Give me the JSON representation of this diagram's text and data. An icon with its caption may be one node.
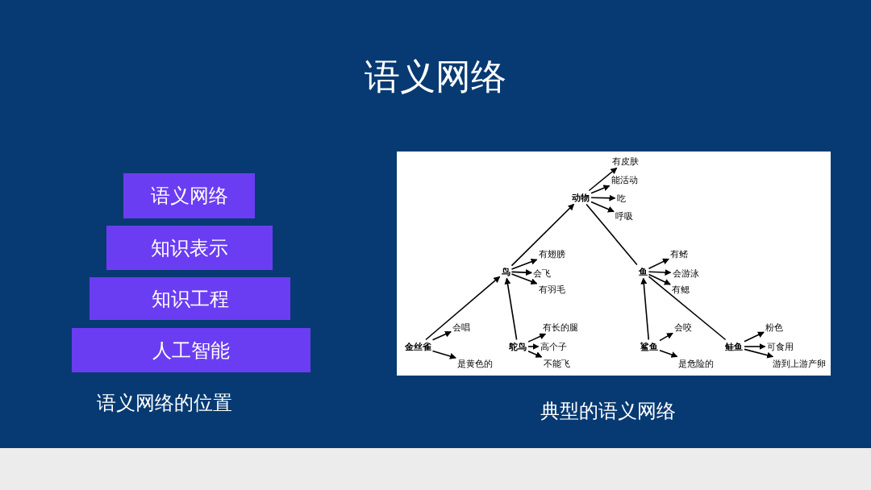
{
  "diagram": {
    "title": "语义网络",
    "nodes": [
      {
        "text": [
          "语义网络"
        ]
      },
      {
        "text": [
          "知识表示"
        ]
      },
      {
        "text": [
          "知识工程"
        ]
      },
      {
        "text": [
          "人工智能"
        ]
      },
      {
        "text": [
          "动物"
        ]
      },
      {
        "text": [
          "有皮肤"
        ]
      },
      {
        "text": [
          "能活动"
        ]
      },
      {
        "text": [
          "吃"
        ]
      },
      {
        "text": [
          "呼吸"
        ]
      },
      {
        "text": [
          "鸟"
        ]
      },
      {
        "text": [
          "有翅膀"
        ]
      },
      {
        "text": [
          "会飞"
        ]
      },
      {
        "text": [
          "有羽毛"
        ]
      },
      {
        "text": [
          "鱼"
        ]
      },
      {
        "text": [
          "有鳍"
        ]
      },
      {
        "text": [
          "会游泳"
        ]
      },
      {
        "text": [
          "有鳃"
        ]
      },
      {
        "text": [
          "金丝雀"
        ]
      },
      {
        "text": [
          "会唱"
        ]
      },
      {
        "text": [
          "是黄色的"
        ]
      },
      {
        "text": [
          "鸵鸟"
        ]
      },
      {
        "text": [
          "有长的腿"
        ]
      },
      {
        "text": [
          "高个子"
        ]
      },
      {
        "text": [
          "不能飞"
        ]
      },
      {
        "text": [
          "鲨鱼"
        ]
      },
      {
        "text": [
          "会咬"
        ]
      },
      {
        "text": [
          "是危险的"
        ]
      },
      {
        "text": [
          "鲑鱼"
        ]
      },
      {
        "text": [
          "粉色"
        ]
      },
      {
        "text": [
          "可食用"
        ]
      },
      {
        "text": [
          "游到上游产卵"
        ]
      }
    ],
    "edges": [
      {
        "from": 4,
        "to": 5,
        "arrow": "to"
      },
      {
        "from": 4,
        "to": 6,
        "arrow": "to"
      },
      {
        "from": 4,
        "to": 7,
        "arrow": "to"
      },
      {
        "from": 4,
        "to": 8,
        "arrow": "to"
      },
      {
        "from": 9,
        "to": 4,
        "arrow": "to"
      },
      {
        "from": 9,
        "to": 10,
        "arrow": "to"
      },
      {
        "from": 9,
        "to": 11,
        "arrow": "to"
      },
      {
        "from": 9,
        "to": 12,
        "arrow": "to"
      },
      {
        "from": 13,
        "to": 4,
        "arrow": "none"
      },
      {
        "from": 13,
        "to": 14,
        "arrow": "to"
      },
      {
        "from": 13,
        "to": 15,
        "arrow": "to"
      },
      {
        "from": 13,
        "to": 16,
        "arrow": "to"
      },
      {
        "from": 17,
        "to": 18,
        "arrow": "to"
      },
      {
        "from": 17,
        "to": 19,
        "arrow": "to"
      },
      {
        "from": 17,
        "to": 9,
        "arrow": "to"
      },
      {
        "from": 20,
        "to": 9,
        "arrow": "to"
      },
      {
        "from": 20,
        "to": 21,
        "arrow": "to"
      },
      {
        "from": 20,
        "to": 22,
        "arrow": "to"
      },
      {
        "from": 20,
        "to": 23,
        "arrow": "to"
      },
      {
        "from": 24,
        "to": 13,
        "arrow": "to"
      },
      {
        "from": 24,
        "to": 25,
        "arrow": "to"
      },
      {
        "from": 24,
        "to": 26,
        "arrow": "to"
      },
      {
        "from": 27,
        "to": 13,
        "arrow": "none"
      },
      {
        "from": 27,
        "to": 28,
        "arrow": "to"
      },
      {
        "from": 27,
        "to": 29,
        "arrow": "to"
      },
      {
        "from": 27,
        "to": 30,
        "arrow": "to"
      }
    ],
    "labels": [
      "语义网络的位置",
      "典型的语义网络"
    ]
  }
}
